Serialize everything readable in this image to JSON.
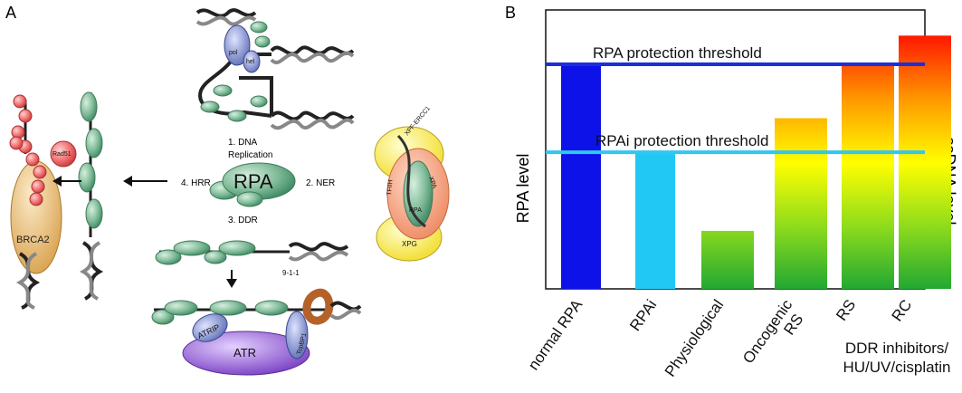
{
  "panel_a": {
    "letter": "A",
    "rpa_label": "RPA",
    "pathways": {
      "replication_line1": "1. DNA",
      "replication_line2": "Replication",
      "ner": "2. NER",
      "ddr": "3. DDR",
      "hrr": "4. HRR"
    },
    "proteins": {
      "pol": "pol",
      "hel": "hel",
      "rad51": "Rad51",
      "brca2": "BRCA2",
      "xpf_ercc1": "XPF-ERCC1",
      "xpa": "XPA",
      "tfiih": "TFIIH",
      "rpa_small": "RPA",
      "xpg": "XPG",
      "atrip": "ATRIP",
      "atr": "ATR",
      "topbp1": "TopBP1",
      "nine_one_one": "9-1-1"
    },
    "colors": {
      "rpa_green": "#3f8a64",
      "rpa_light": "#a7d2b8",
      "rad51_red": "#f06a6a",
      "brca2_tan": "#e3b56a",
      "atr_purple": "#8a5ac8",
      "atrip_blue": "#7f8fc9",
      "ner_yellow": "#f7ef6a",
      "nine_one_one_brown": "#b5622a"
    }
  },
  "panel_b": {
    "letter": "B",
    "left_axis_label": "RPA level",
    "right_axis_label": "ssDNA level",
    "group_label": "DDR inhibitors/\nHU/UV/cisplatin",
    "thresholds": [
      {
        "label": "RPA protection threshold",
        "color": "#1c2fd6"
      },
      {
        "label": "RPAi protection threshold",
        "color": "#33c6ee"
      }
    ],
    "chart_data": {
      "type": "bar",
      "categories": [
        "normal RPA",
        "RPAi",
        "Physiological",
        "Oncogenic\nRS",
        "RS",
        "RC"
      ],
      "values": [
        0.805,
        0.49,
        0.208,
        0.612,
        0.81,
        0.908
      ],
      "ylim": [
        0,
        1
      ],
      "threshold_values": [
        0.805,
        0.49
      ],
      "bar_fills": [
        "solid:#0d12e8",
        "solid:#22c8f4",
        "gradient",
        "gradient",
        "gradient",
        "gradient"
      ],
      "gradient_stops": [
        "#22a832",
        "#8fdc1c",
        "#ffff00",
        "#ff9a00",
        "#ff1a00"
      ],
      "xlabel": "",
      "ylabel": "RPA level",
      "grid": false,
      "legend": "none"
    }
  }
}
